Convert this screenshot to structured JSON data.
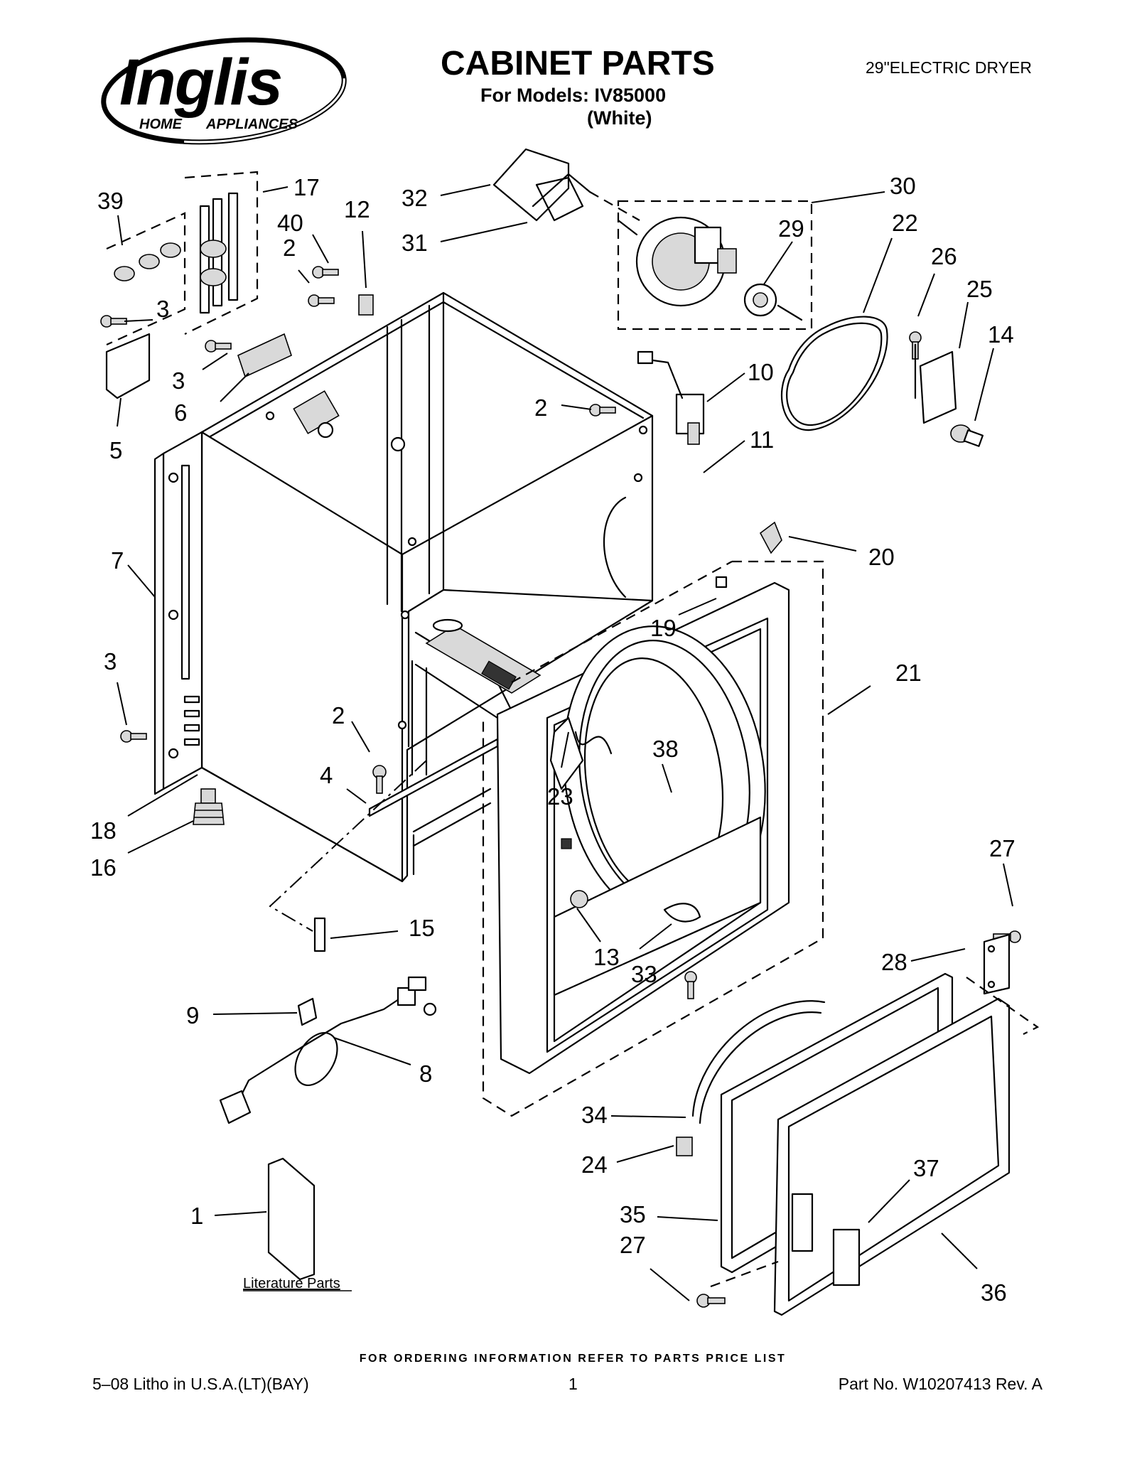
{
  "header": {
    "brand": "Inglis",
    "brand_sub_1": "HOME",
    "brand_sub_2": "APPLIANCES",
    "title": "CABINET PARTS",
    "models_label": "For Models: IV85000",
    "color_label": "(White)",
    "product": "29\"ELECTRIC DRYER"
  },
  "literature_label": "Literature Parts",
  "footer": {
    "notice": "FOR ORDERING INFORMATION REFER TO PARTS PRICE LIST",
    "litho": "5–08 Litho in U.S.A.(LT)(BAY)",
    "page": "1",
    "part_no": "Part No. W10207413 Rev. A"
  },
  "callouts": [
    {
      "id": "c39",
      "text": "39"
    },
    {
      "id": "c17",
      "text": "17"
    },
    {
      "id": "c40",
      "text": "40"
    },
    {
      "id": "c12",
      "text": "12"
    },
    {
      "id": "c2a",
      "text": "2"
    },
    {
      "id": "c3a",
      "text": "3"
    },
    {
      "id": "c3b",
      "text": "3"
    },
    {
      "id": "c6",
      "text": "6"
    },
    {
      "id": "c5",
      "text": "5"
    },
    {
      "id": "c32",
      "text": "32"
    },
    {
      "id": "c31",
      "text": "31"
    },
    {
      "id": "c30",
      "text": "30"
    },
    {
      "id": "c29",
      "text": "29"
    },
    {
      "id": "c22",
      "text": "22"
    },
    {
      "id": "c26",
      "text": "26"
    },
    {
      "id": "c25",
      "text": "25"
    },
    {
      "id": "c14",
      "text": "14"
    },
    {
      "id": "c10",
      "text": "10"
    },
    {
      "id": "c2b",
      "text": "2"
    },
    {
      "id": "c11",
      "text": "11"
    },
    {
      "id": "c20",
      "text": "20"
    },
    {
      "id": "c19",
      "text": "19"
    },
    {
      "id": "c21",
      "text": "21"
    },
    {
      "id": "c7",
      "text": "7"
    },
    {
      "id": "c3c",
      "text": "3"
    },
    {
      "id": "c2c",
      "text": "2"
    },
    {
      "id": "c4",
      "text": "4"
    },
    {
      "id": "c38",
      "text": "38"
    },
    {
      "id": "c23",
      "text": "23"
    },
    {
      "id": "c18",
      "text": "18"
    },
    {
      "id": "c16",
      "text": "16"
    },
    {
      "id": "c27a",
      "text": "27"
    },
    {
      "id": "c15",
      "text": "15"
    },
    {
      "id": "c13",
      "text": "13"
    },
    {
      "id": "c33",
      "text": "33"
    },
    {
      "id": "c28",
      "text": "28"
    },
    {
      "id": "c9",
      "text": "9"
    },
    {
      "id": "c8",
      "text": "8"
    },
    {
      "id": "c34",
      "text": "34"
    },
    {
      "id": "c24",
      "text": "24"
    },
    {
      "id": "c37",
      "text": "37"
    },
    {
      "id": "c1",
      "text": "1"
    },
    {
      "id": "c35",
      "text": "35"
    },
    {
      "id": "c27b",
      "text": "27"
    },
    {
      "id": "c36",
      "text": "36"
    }
  ]
}
